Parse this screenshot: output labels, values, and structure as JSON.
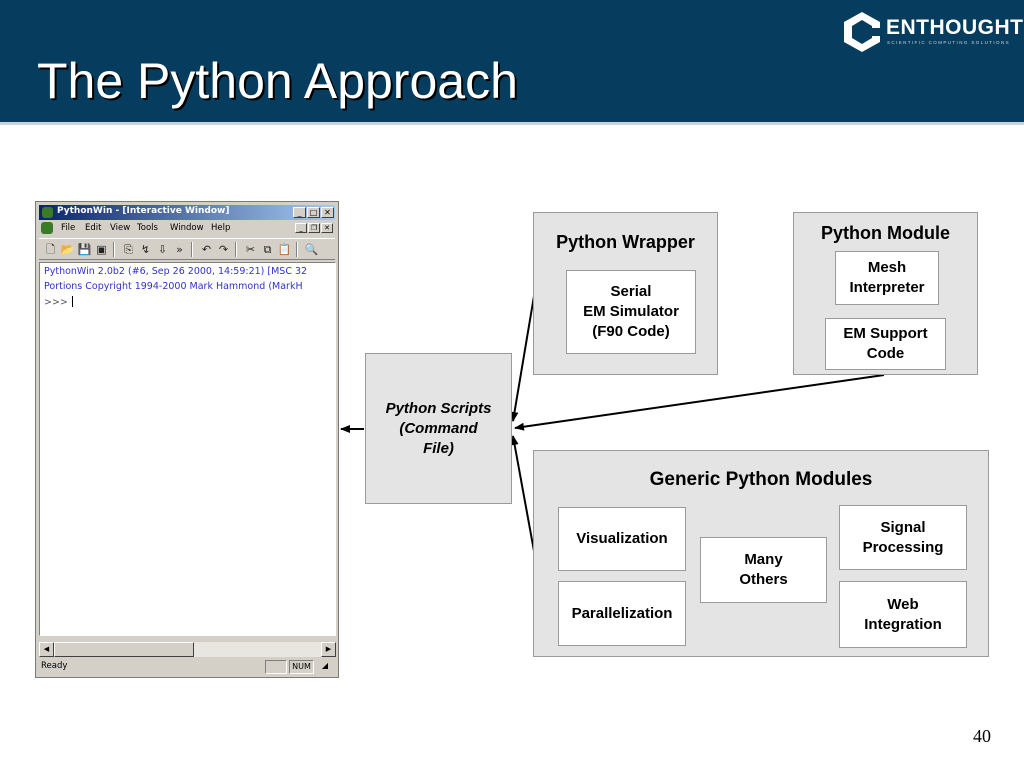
{
  "slide": {
    "title": "The Python Approach",
    "page_number": "40",
    "logo": {
      "name": "ENTHOUGHT",
      "tagline": "SCIENTIFIC COMPUTING SOLUTIONS"
    }
  },
  "pythonwin": {
    "window_title": "PythonWin - [Interactive Window]",
    "menus": [
      "File",
      "Edit",
      "View",
      "Tools",
      "Window",
      "Help"
    ],
    "lines": [
      "PythonWin 2.0b2 (#6, Sep 26 2000, 14:59:21) [MSC 32",
      "Portions Copyright 1994-2000 Mark Hammond (MarkH"
    ],
    "prompt": ">>>",
    "status": "Ready",
    "status_num": "NUM"
  },
  "diagram": {
    "python_scripts": "Python Scripts\n(Command\nFile)",
    "python_wrapper": {
      "title": "Python Wrapper",
      "items": [
        "Serial\nEM Simulator\n(F90 Code)"
      ]
    },
    "python_module": {
      "title": "Python Module",
      "items": [
        "Mesh\nInterpreter",
        "EM Support\nCode"
      ]
    },
    "generic_modules": {
      "title": "Generic Python Modules",
      "items": [
        "Visualization",
        "Parallelization",
        "Many\nOthers",
        "Signal\nProcessing",
        "Web\nIntegration"
      ]
    }
  },
  "colors": {
    "header_bg": "#063d5e",
    "box_bg": "#e4e4e4",
    "box_border": "#9a9a9a",
    "pythonwin_text": "#3232c8"
  }
}
